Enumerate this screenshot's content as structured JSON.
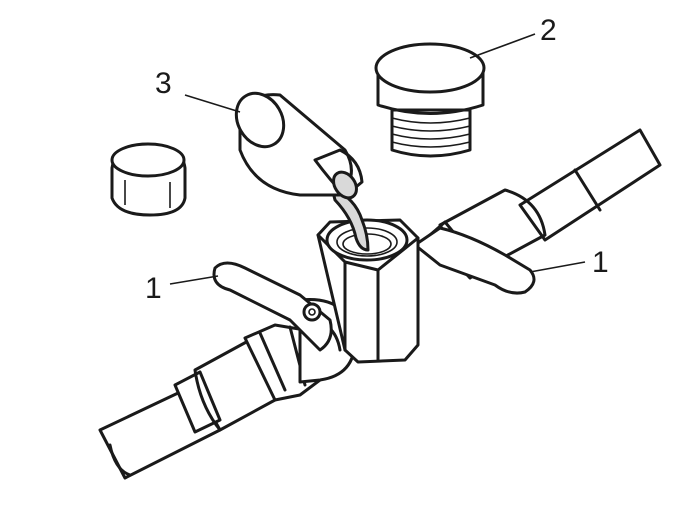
{
  "callouts": {
    "label_1_left": "1",
    "label_1_right": "1",
    "label_2": "2",
    "label_3": "3"
  },
  "colors": {
    "ink": "#1a1a1a",
    "paper": "#ffffff",
    "fluid": "#d9d9d9"
  }
}
